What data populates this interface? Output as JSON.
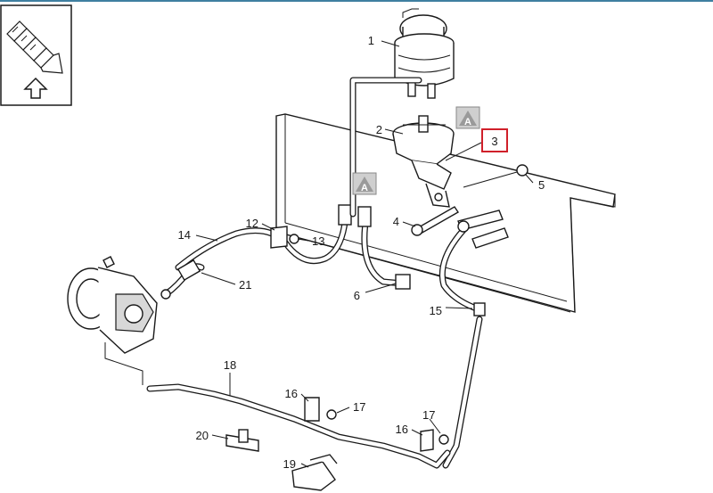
{
  "callouts": {
    "c1": "1",
    "c2": "2",
    "c3": "3",
    "c4": "4",
    "c5": "5",
    "c6": "6",
    "c12": "12",
    "c13": "13",
    "c14": "14",
    "c15": "15",
    "c16a": "16",
    "c16b": "16",
    "c17a": "17",
    "c17b": "17",
    "c18": "18",
    "c19": "19",
    "c20": "20",
    "c21": "21"
  },
  "warnings": {
    "w1": "A",
    "w2": "A"
  },
  "highlight": {
    "color": "#d0202a",
    "item": "3"
  },
  "colors": {
    "line": "#1a1a1a",
    "accent_bar": "#3f7fa0"
  },
  "icons": {
    "view_badge": "view-direction-icon",
    "up_arrow": "up-arrow-icon"
  }
}
